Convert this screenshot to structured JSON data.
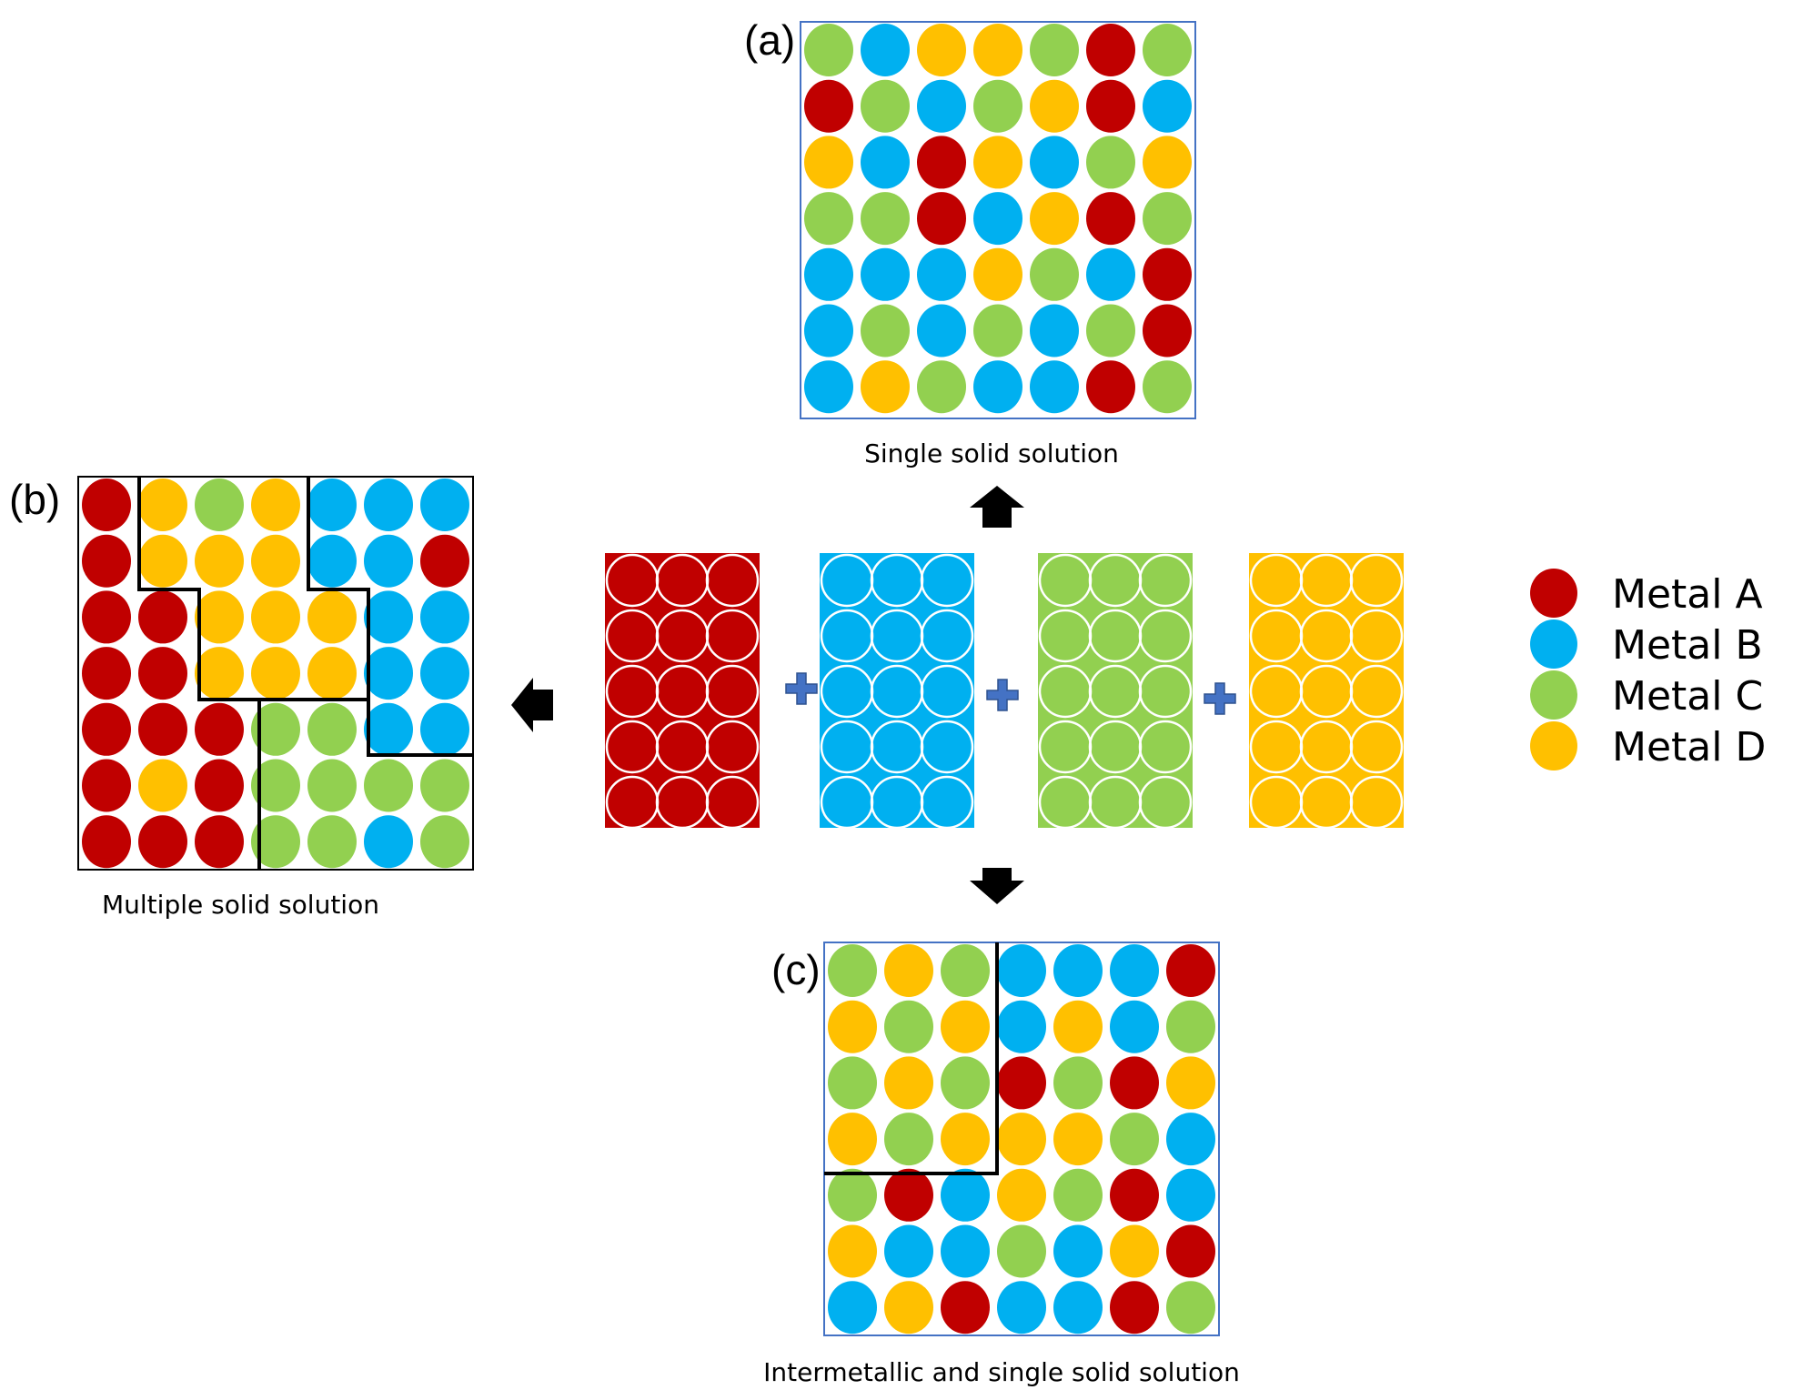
{
  "colors": {
    "A": "#c00000",
    "B": "#00b0f0",
    "C": "#92d050",
    "D": "#ffc000",
    "plus": "#4472c4",
    "frame_blue": "#4472c4",
    "frame_black": "#000000"
  },
  "panels": {
    "a": {
      "label": "(a)",
      "caption": "Single solid solution",
      "grid": [
        [
          "C",
          "B",
          "D",
          "D",
          "C",
          "A",
          "C"
        ],
        [
          "A",
          "C",
          "B",
          "C",
          "D",
          "A",
          "B"
        ],
        [
          "D",
          "B",
          "A",
          "D",
          "B",
          "C",
          "D"
        ],
        [
          "C",
          "C",
          "A",
          "B",
          "D",
          "A",
          "C"
        ],
        [
          "B",
          "B",
          "B",
          "D",
          "C",
          "B",
          "A"
        ],
        [
          "B",
          "C",
          "B",
          "C",
          "B",
          "C",
          "A"
        ],
        [
          "B",
          "D",
          "C",
          "B",
          "B",
          "A",
          "C"
        ]
      ]
    },
    "b": {
      "label": "(b)",
      "caption": "Multiple solid solution",
      "grid": [
        [
          "A",
          "D",
          "C",
          "D",
          "B",
          "B",
          "B"
        ],
        [
          "A",
          "D",
          "D",
          "D",
          "B",
          "B",
          "A"
        ],
        [
          "A",
          "A",
          "D",
          "D",
          "D",
          "B",
          "B"
        ],
        [
          "A",
          "A",
          "D",
          "D",
          "D",
          "B",
          "B"
        ],
        [
          "A",
          "A",
          "A",
          "C",
          "C",
          "B",
          "B"
        ],
        [
          "A",
          "D",
          "A",
          "C",
          "C",
          "C",
          "C"
        ],
        [
          "A",
          "A",
          "A",
          "C",
          "C",
          "B",
          "C"
        ]
      ]
    },
    "c": {
      "label": "(c)",
      "caption": "Intermetallic and single solid solution",
      "grid": [
        [
          "C",
          "D",
          "C",
          "B",
          "B",
          "B",
          "A"
        ],
        [
          "D",
          "C",
          "D",
          "B",
          "D",
          "B",
          "C"
        ],
        [
          "C",
          "D",
          "C",
          "A",
          "C",
          "A",
          "D"
        ],
        [
          "D",
          "C",
          "D",
          "D",
          "D",
          "C",
          "B"
        ],
        [
          "C",
          "A",
          "B",
          "D",
          "C",
          "A",
          "B"
        ],
        [
          "D",
          "B",
          "B",
          "C",
          "B",
          "D",
          "A"
        ],
        [
          "B",
          "D",
          "A",
          "B",
          "B",
          "A",
          "C"
        ]
      ]
    }
  },
  "pure_metals": [
    {
      "metal": "A"
    },
    {
      "metal": "B"
    },
    {
      "metal": "C"
    },
    {
      "metal": "D"
    }
  ],
  "legend": [
    {
      "metal": "A",
      "label": "Metal A"
    },
    {
      "metal": "B",
      "label": "Metal B"
    },
    {
      "metal": "C",
      "label": "Metal C"
    },
    {
      "metal": "D",
      "label": "Metal D"
    }
  ]
}
